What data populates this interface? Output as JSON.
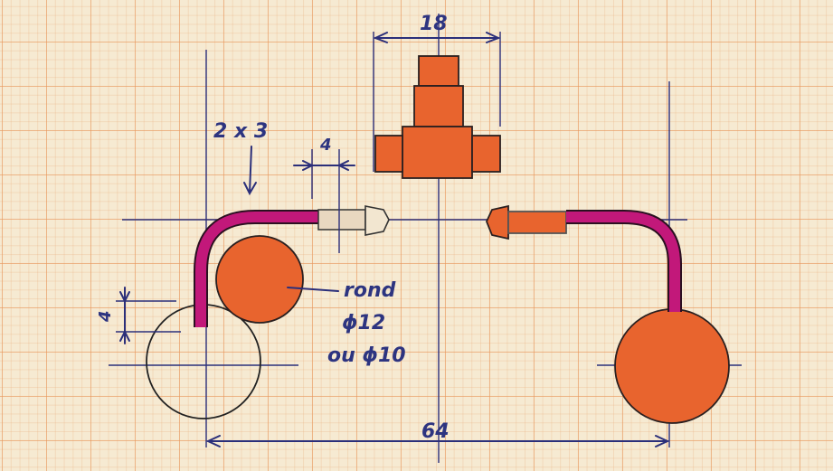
{
  "labels": {
    "width_dim": "18",
    "wire_spec": "2 x 3",
    "thread_len": "4",
    "bend_len": "4",
    "rod_name": "rond",
    "rod_dia1": "ϕ12",
    "rod_dia2": "ou ϕ10",
    "total_len": "64"
  },
  "colors": {
    "ink": "#2b2f7a",
    "fill": "#e8642e",
    "pipe": "#c2187a",
    "paper": "#f6ead2"
  }
}
